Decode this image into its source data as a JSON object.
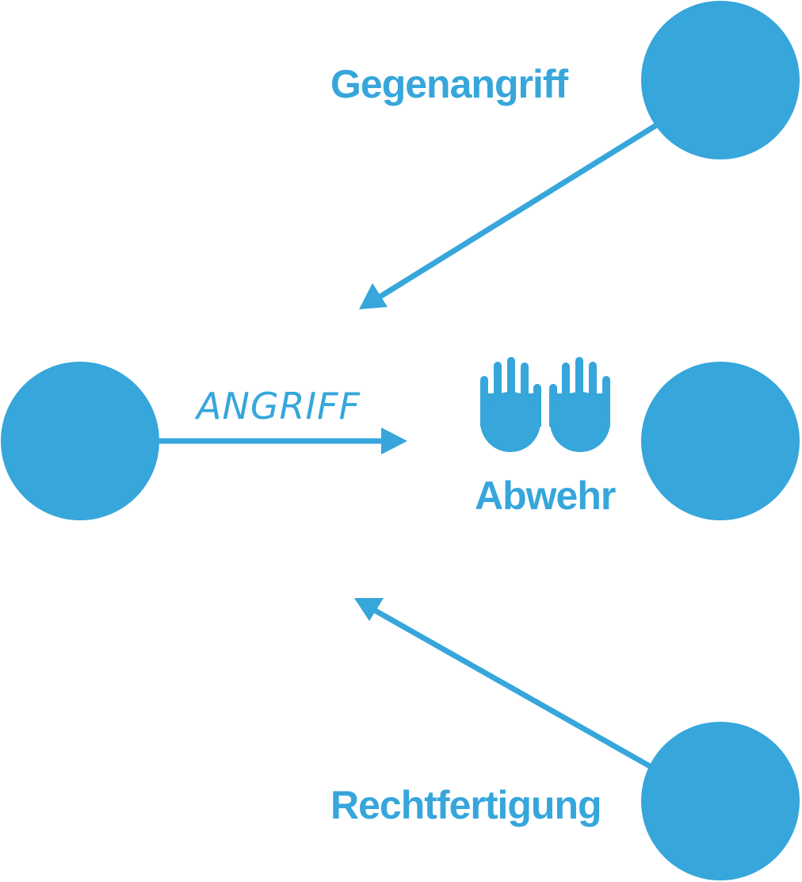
{
  "colors": {
    "primary": "#36a6db",
    "background": "#ffffff"
  },
  "labels": {
    "counterattack": "Gegenangriff",
    "attack": "ANGRIFF",
    "defense": "Abwehr",
    "justification": "Rechtfertigung"
  },
  "icons": {
    "defense": "raised-hands-icon"
  }
}
